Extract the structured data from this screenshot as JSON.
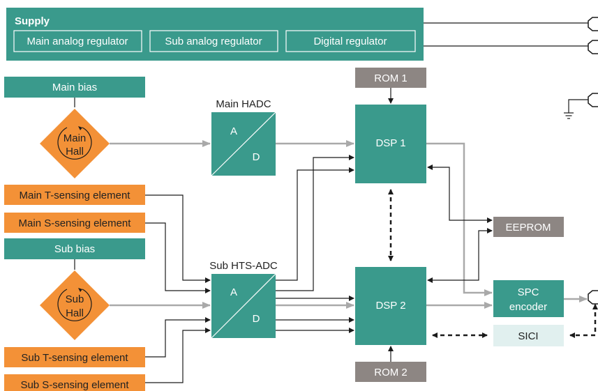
{
  "colors": {
    "teal": "#3a9a8c",
    "orange": "#f39137",
    "gray_box": "#8d8683",
    "light_teal": "#e1f0ef",
    "arrow_gray": "#a9a9a9",
    "line_black": "#1a1a1a"
  },
  "supply": {
    "title": "Supply",
    "regulators": [
      "Main analog regulator",
      "Sub analog regulator",
      "Digital regulator"
    ]
  },
  "main_bias": "Main bias",
  "sub_bias": "Sub bias",
  "main_hall": {
    "line1": "Main",
    "line2": "Hall"
  },
  "sub_hall": {
    "line1": "Sub",
    "line2": "Hall"
  },
  "sensing": {
    "main_t": "Main T-sensing element",
    "main_s": "Main S-sensing element",
    "sub_t": "Sub T-sensing element",
    "sub_s": "Sub S-sensing element"
  },
  "main_adc": {
    "title": "Main HADC",
    "a": "A",
    "d": "D"
  },
  "sub_adc": {
    "title": "Sub HTS-ADC",
    "a": "A",
    "d": "D"
  },
  "rom1": "ROM 1",
  "rom2": "ROM 2",
  "dsp1": "DSP 1",
  "dsp2": "DSP 2",
  "eeprom": "EEPROM",
  "spc": {
    "line1": "SPC",
    "line2": "encoder"
  },
  "sici": "SICI"
}
